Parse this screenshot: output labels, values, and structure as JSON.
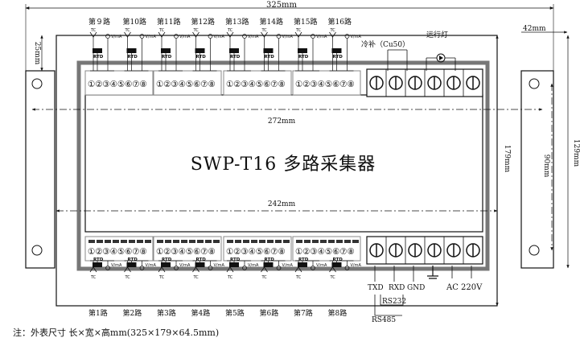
{
  "dims": {
    "overall_width": "325mm",
    "mount_width": "272mm",
    "inner_width": "242mm",
    "side_width": "42mm",
    "top_offset": "25mm",
    "overall_height": "179mm",
    "mount_height": "129mm",
    "hole_spacing": "90mm"
  },
  "title": "SWP-T16 多路采集器",
  "top_channels": [
    "第９路",
    "第10路",
    "第11路",
    "第12路",
    "第13路",
    "第14路",
    "第15路",
    "第16路"
  ],
  "bottom_channels": [
    "第1路",
    "第2路",
    "第3路",
    "第4路",
    "第5路",
    "第6路",
    "第7路",
    "第8路"
  ],
  "terminal_numbers": "①②③④⑤⑥⑦⑧",
  "sensor_labels": {
    "tc": "TC",
    "rtd": "RTD",
    "vma": "V/mA"
  },
  "cold_junction": "冷补（Cu50）",
  "run_light": "运行灯",
  "signals": {
    "txd": "TXD",
    "rxd": "RXD",
    "gnd": "GND",
    "ac": "AC 220V",
    "rs232": "RS232",
    "rs485": "RS485"
  },
  "note": "注：外表尺寸 长×宽×高mm(325×179×64.5mm)"
}
